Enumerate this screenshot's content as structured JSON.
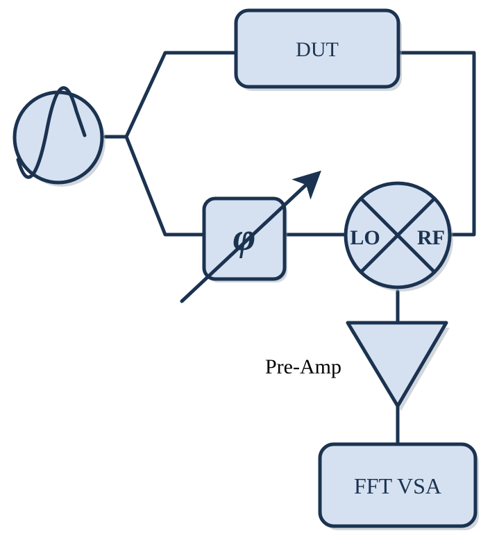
{
  "diagram": {
    "dut_label": "DUT",
    "phase_shifter_label": "φ",
    "mixer_lo_label": "LO",
    "mixer_rf_label": "RF",
    "preamp_label": "Pre-Amp",
    "vsa_label": "FFT VSA"
  },
  "colors": {
    "stroke": "#1b3350",
    "fill": "#d5e1f1"
  },
  "icons": {
    "source": "sine-wave-icon",
    "mixer": "cross-circle-icon",
    "amplifier": "triangle-icon"
  }
}
